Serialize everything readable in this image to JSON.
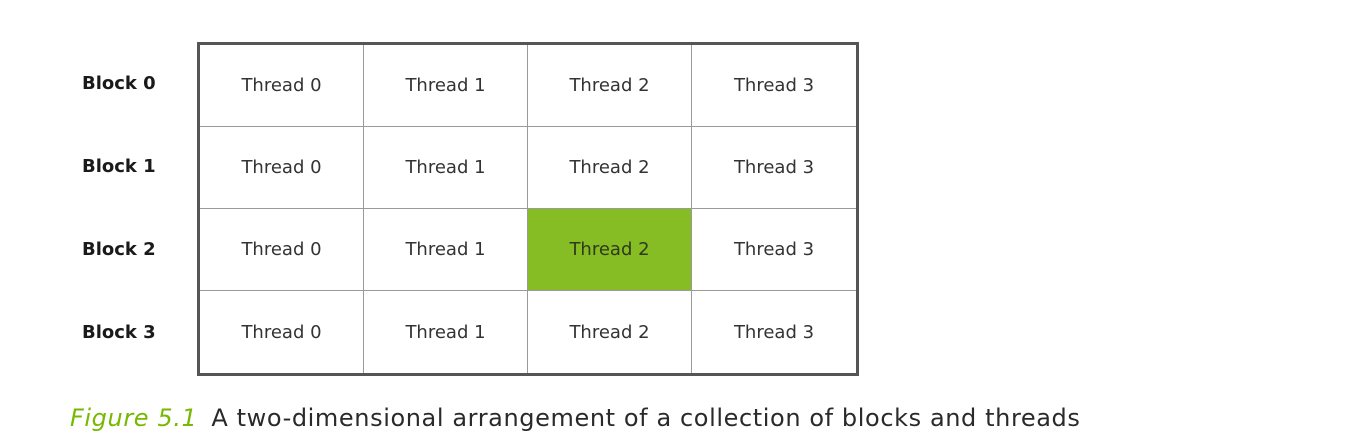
{
  "blocks": [
    "Block 0",
    "Block 1",
    "Block 2",
    "Block 3"
  ],
  "threads": [
    [
      "Thread 0",
      "Thread 1",
      "Thread 2",
      "Thread 3"
    ],
    [
      "Thread 0",
      "Thread 1",
      "Thread 2",
      "Thread 3"
    ],
    [
      "Thread 0",
      "Thread 1",
      "Thread 2",
      "Thread 3"
    ],
    [
      "Thread 0",
      "Thread 1",
      "Thread 2",
      "Thread 3"
    ]
  ],
  "highlight": {
    "block": 2,
    "thread": 2,
    "color": "#86bc24"
  },
  "caption": {
    "figure_number": "Figure 5.1",
    "text": "A two-dimensional arrangement of a collection of blocks and threads"
  }
}
